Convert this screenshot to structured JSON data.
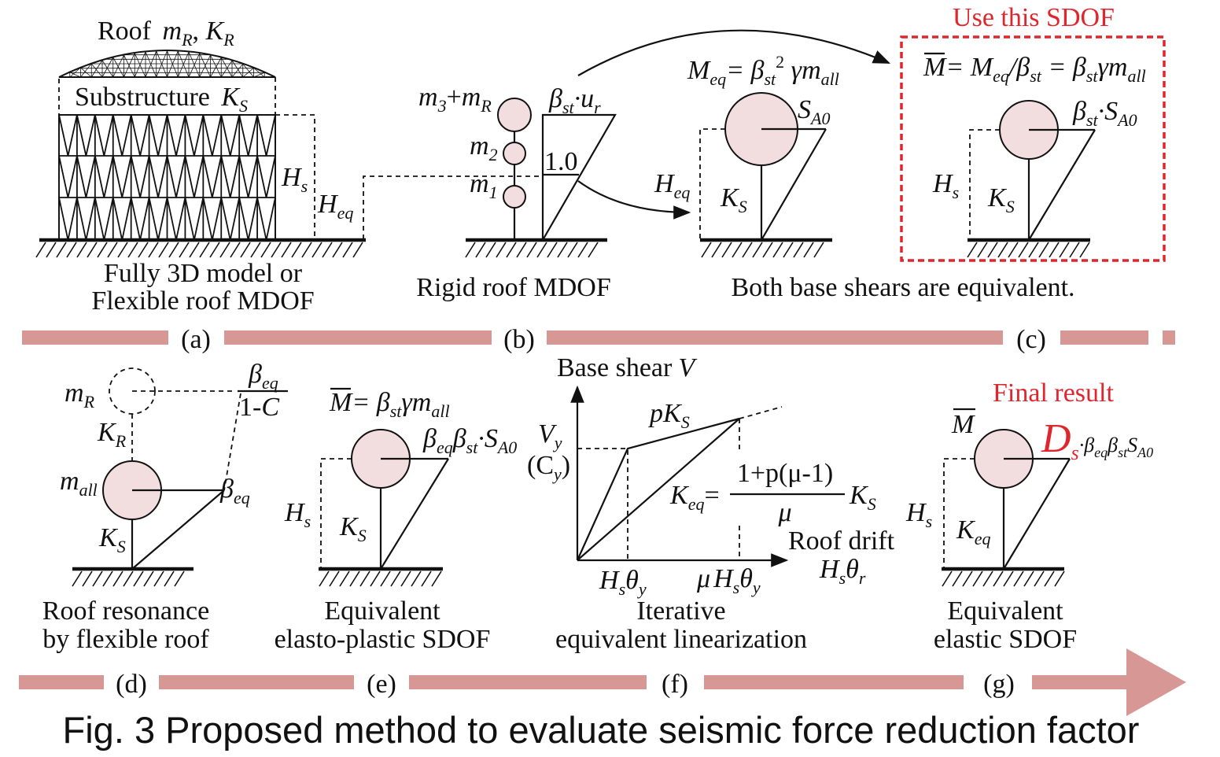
{
  "figure_title": "Fig. 3 Proposed method to evaluate seismic force reduction factor",
  "panel_letters": [
    "(a)",
    "(b)",
    "(c)",
    "(d)",
    "(e)",
    "(f)",
    "(g)"
  ],
  "panel_a": {
    "roof_label": "Roof",
    "roof_mass": "m",
    "roof_mass_sub": "R",
    "roof_stiff": "K",
    "roof_stiff_sub": "R",
    "substructure_label": "Substructure",
    "sub_stiff": "K",
    "sub_stiff_sub": "S",
    "hs": "H",
    "hs_sub": "s",
    "heq": "H",
    "heq_sub": "eq",
    "caption_line1": "Fully 3D model or",
    "caption_line2": "Flexible roof MDOF"
  },
  "panel_b": {
    "m3": "m",
    "m3_sub": "3",
    "plus": "+",
    "mr": "m",
    "mr_sub": "R",
    "m2": "m",
    "m2_sub": "2",
    "m1": "m",
    "m1_sub": "1",
    "beta": "β",
    "beta_sub": "st",
    "ur": "·u",
    "ur_sub": "r",
    "one": "1.0",
    "caption": "Rigid roof MDOF"
  },
  "panel_c": {
    "meq": "M",
    "meq_sub": "eq",
    "meq_expr": "= β",
    "meq_beta_sub": "st",
    "sq": "2",
    "gamma_m": " γm",
    "all_sub": "all",
    "sa0": "S",
    "sa0_sub": "A0",
    "heq": "H",
    "heq_sub": "eq",
    "ks": "K",
    "ks_sub": "S",
    "caption": "Both base shears are equivalent.",
    "use_sdof": "Use this SDOF",
    "mbar": "M",
    "mbar_expr1": "= M",
    "mbar_expr2": "/β",
    "mbar_expr3": " = β",
    "mbar_expr4": "γm",
    "beta_sa0": "β",
    "beta_sa0_mid": "·S",
    "hs": "H",
    "hs_sub": "s"
  },
  "panel_d": {
    "mr": "m",
    "mr_sub": "R",
    "kr": "K",
    "kr_sub": "R",
    "mall": "m",
    "mall_sub": "all",
    "ks": "K",
    "ks_sub": "S",
    "beta_eq": "β",
    "beta_eq_sub": "eq",
    "frac_den": "1-",
    "frac_c": "C",
    "caption_line1": "Roof resonance",
    "caption_line2": "by flexible roof"
  },
  "panel_e": {
    "mbar": "M",
    "expr": "= β",
    "expr_sub": "st",
    "gamma_m": "γm",
    "all_sub": "all",
    "beq": "β",
    "beq_sub": "eq",
    "bst": "β",
    "bst_sub": "st",
    "sa0": "·S",
    "sa0_sub": "A0",
    "hs": "H",
    "hs_sub": "s",
    "ks": "K",
    "ks_sub": "S",
    "caption_line1": "Equivalent",
    "caption_line2": "elasto-plastic SDOF"
  },
  "panel_f": {
    "y_axis": "Base shear",
    "y_var": "V",
    "vy": "V",
    "vy_sub": "y",
    "cy": "(C",
    "cy_sub": "y",
    "cy_close": ")",
    "pks": "pK",
    "pks_sub": "S",
    "keq": "K",
    "keq_sub": "eq",
    "eq_sign": "=",
    "numer": "1+p(μ-1)",
    "denom": "μ",
    "ks": "K",
    "ks_sub": "S",
    "x_axis": "Roof drift",
    "x_var": "H",
    "x_var_sub": "s",
    "x_theta": "θ",
    "x_theta_sub": "r",
    "tick1": "H",
    "tick1_sub": "s",
    "tick1_th": "θ",
    "tick1_th_sub": "y",
    "tick2_mu": "μ",
    "tick2": "H",
    "tick2_sub": "s",
    "tick2_th": "θ",
    "tick2_th_sub": "y",
    "caption_line1": "Iterative",
    "caption_line2": "equivalent linearization"
  },
  "panel_g": {
    "final": "Final result",
    "mbar": "M",
    "ds": "D",
    "ds_sub": "s",
    "rest": "·β",
    "rest_sub1": "eq",
    "rest2": "β",
    "rest_sub2": "st",
    "rest3": "S",
    "rest_sub3": "A0",
    "hs": "H",
    "hs_sub": "s",
    "keq": "K",
    "keq_sub": "eq",
    "caption_line1": "Equivalent",
    "caption_line2": "elastic SDOF"
  },
  "colors": {
    "bar": "#d69795",
    "mass_fill": "#f2dede",
    "highlight": "#e0262d",
    "ink": "#111111"
  }
}
